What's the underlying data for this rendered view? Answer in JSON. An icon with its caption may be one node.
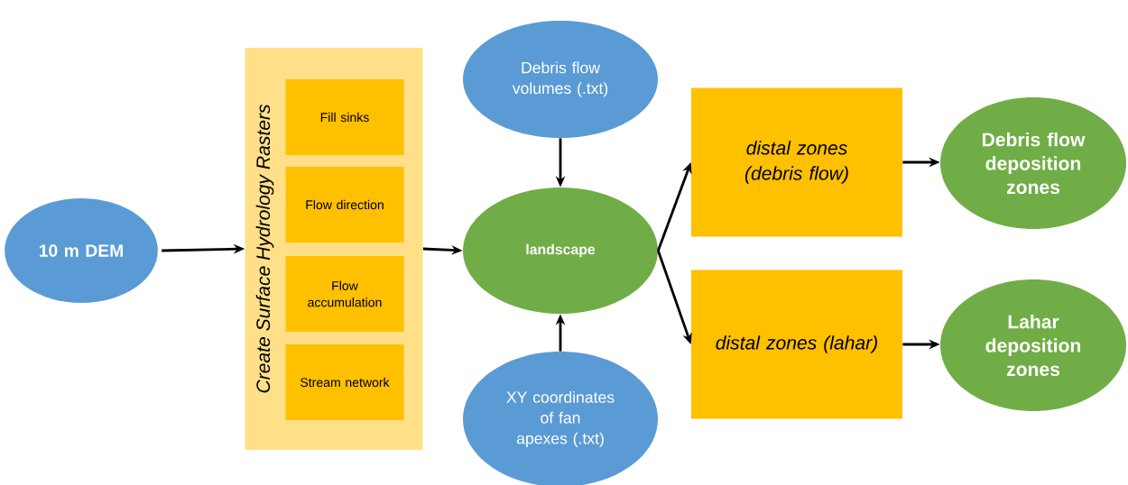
{
  "diagram": {
    "nodes": [
      {
        "text": [
          "10 m DEM"
        ]
      },
      {
        "text": [
          "Create Surface Hydrology Rasters"
        ]
      },
      {
        "text": [
          "Fill sinks"
        ],
        "in": 1
      },
      {
        "text": [
          "Flow direction"
        ],
        "in": 1
      },
      {
        "text": [
          "Flow accumulation"
        ],
        "in": 1
      },
      {
        "text": [
          "Stream network"
        ],
        "in": 1
      },
      {
        "text": [
          "Debris flow volumes (.txt)"
        ]
      },
      {
        "text": [
          "landscape"
        ]
      },
      {
        "text": [
          "XY coordinates of fan apexes (.txt)"
        ]
      },
      {
        "text": [
          "distal zones (debris flow)"
        ]
      },
      {
        "text": [
          "distal zones (lahar)"
        ]
      },
      {
        "text": [
          "Debris flow deposition zones"
        ]
      },
      {
        "text": [
          "Lahar deposition zones"
        ]
      }
    ],
    "edges": [
      {
        "from": 0,
        "to": 1,
        "arrow": "to"
      },
      {
        "from": 1,
        "to": 7,
        "arrow": "to"
      },
      {
        "from": 6,
        "to": 7,
        "arrow": "to"
      },
      {
        "from": 8,
        "to": 7,
        "arrow": "to"
      },
      {
        "from": 7,
        "to": 9,
        "arrow": "to"
      },
      {
        "from": 7,
        "to": 10,
        "arrow": "to"
      },
      {
        "from": 9,
        "to": 11,
        "arrow": "to"
      },
      {
        "from": 10,
        "to": 12,
        "arrow": "to"
      }
    ]
  }
}
